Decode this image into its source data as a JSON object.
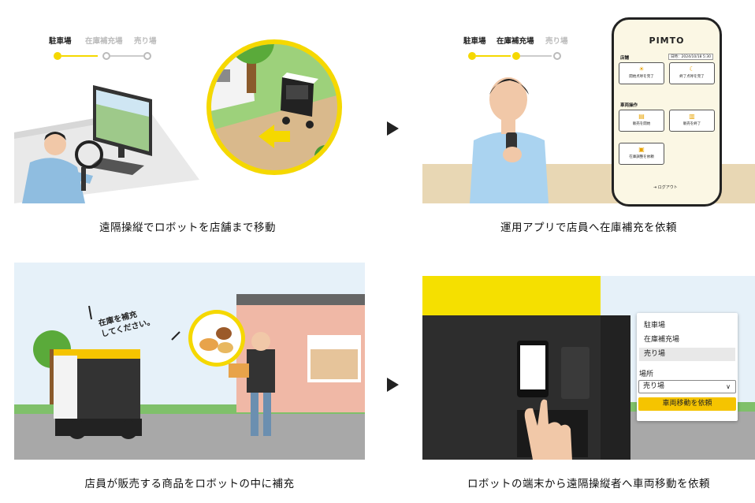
{
  "captions": {
    "p1": "遠隔操縦でロボットを店舗まで移動",
    "p2": "運用アプリで店員へ在庫補充を依頼",
    "p3": "店員が販売する商品をロボットの中に補充",
    "p4": "ロボットの端末から遠隔操縦者へ車両移動を依頼"
  },
  "steps": [
    "駐車場",
    "在庫補充場",
    "売り場"
  ],
  "progress": {
    "panel1_active_steps": 1,
    "panel2_active_steps": 2
  },
  "speech": {
    "line1": "在庫を補充",
    "line2": "してください。"
  },
  "phone": {
    "title": "PIMTO",
    "date": "日時：2024/10/18 5:30",
    "section_store": "店舗",
    "btn_open": "開始点呼を完了",
    "btn_close": "終了点呼を完了",
    "section_vehicle": "車両操作",
    "btn_sell_start": "販売を開始",
    "btn_sell_end": "販売を終了",
    "btn_stock": "在庫調整を依頼",
    "logout": "ログアウト"
  },
  "menu": {
    "options": [
      "駐車場",
      "在庫補充場",
      "売り場"
    ],
    "selected_index": 2,
    "location_label": "場所",
    "location_value": "売り場",
    "request_button": "車両移動を依頼"
  },
  "colors": {
    "accent": "#f5d800",
    "robot_yellow": "#f5c400",
    "sky": "#e6f1f9",
    "floor": "#e8d7b4"
  }
}
